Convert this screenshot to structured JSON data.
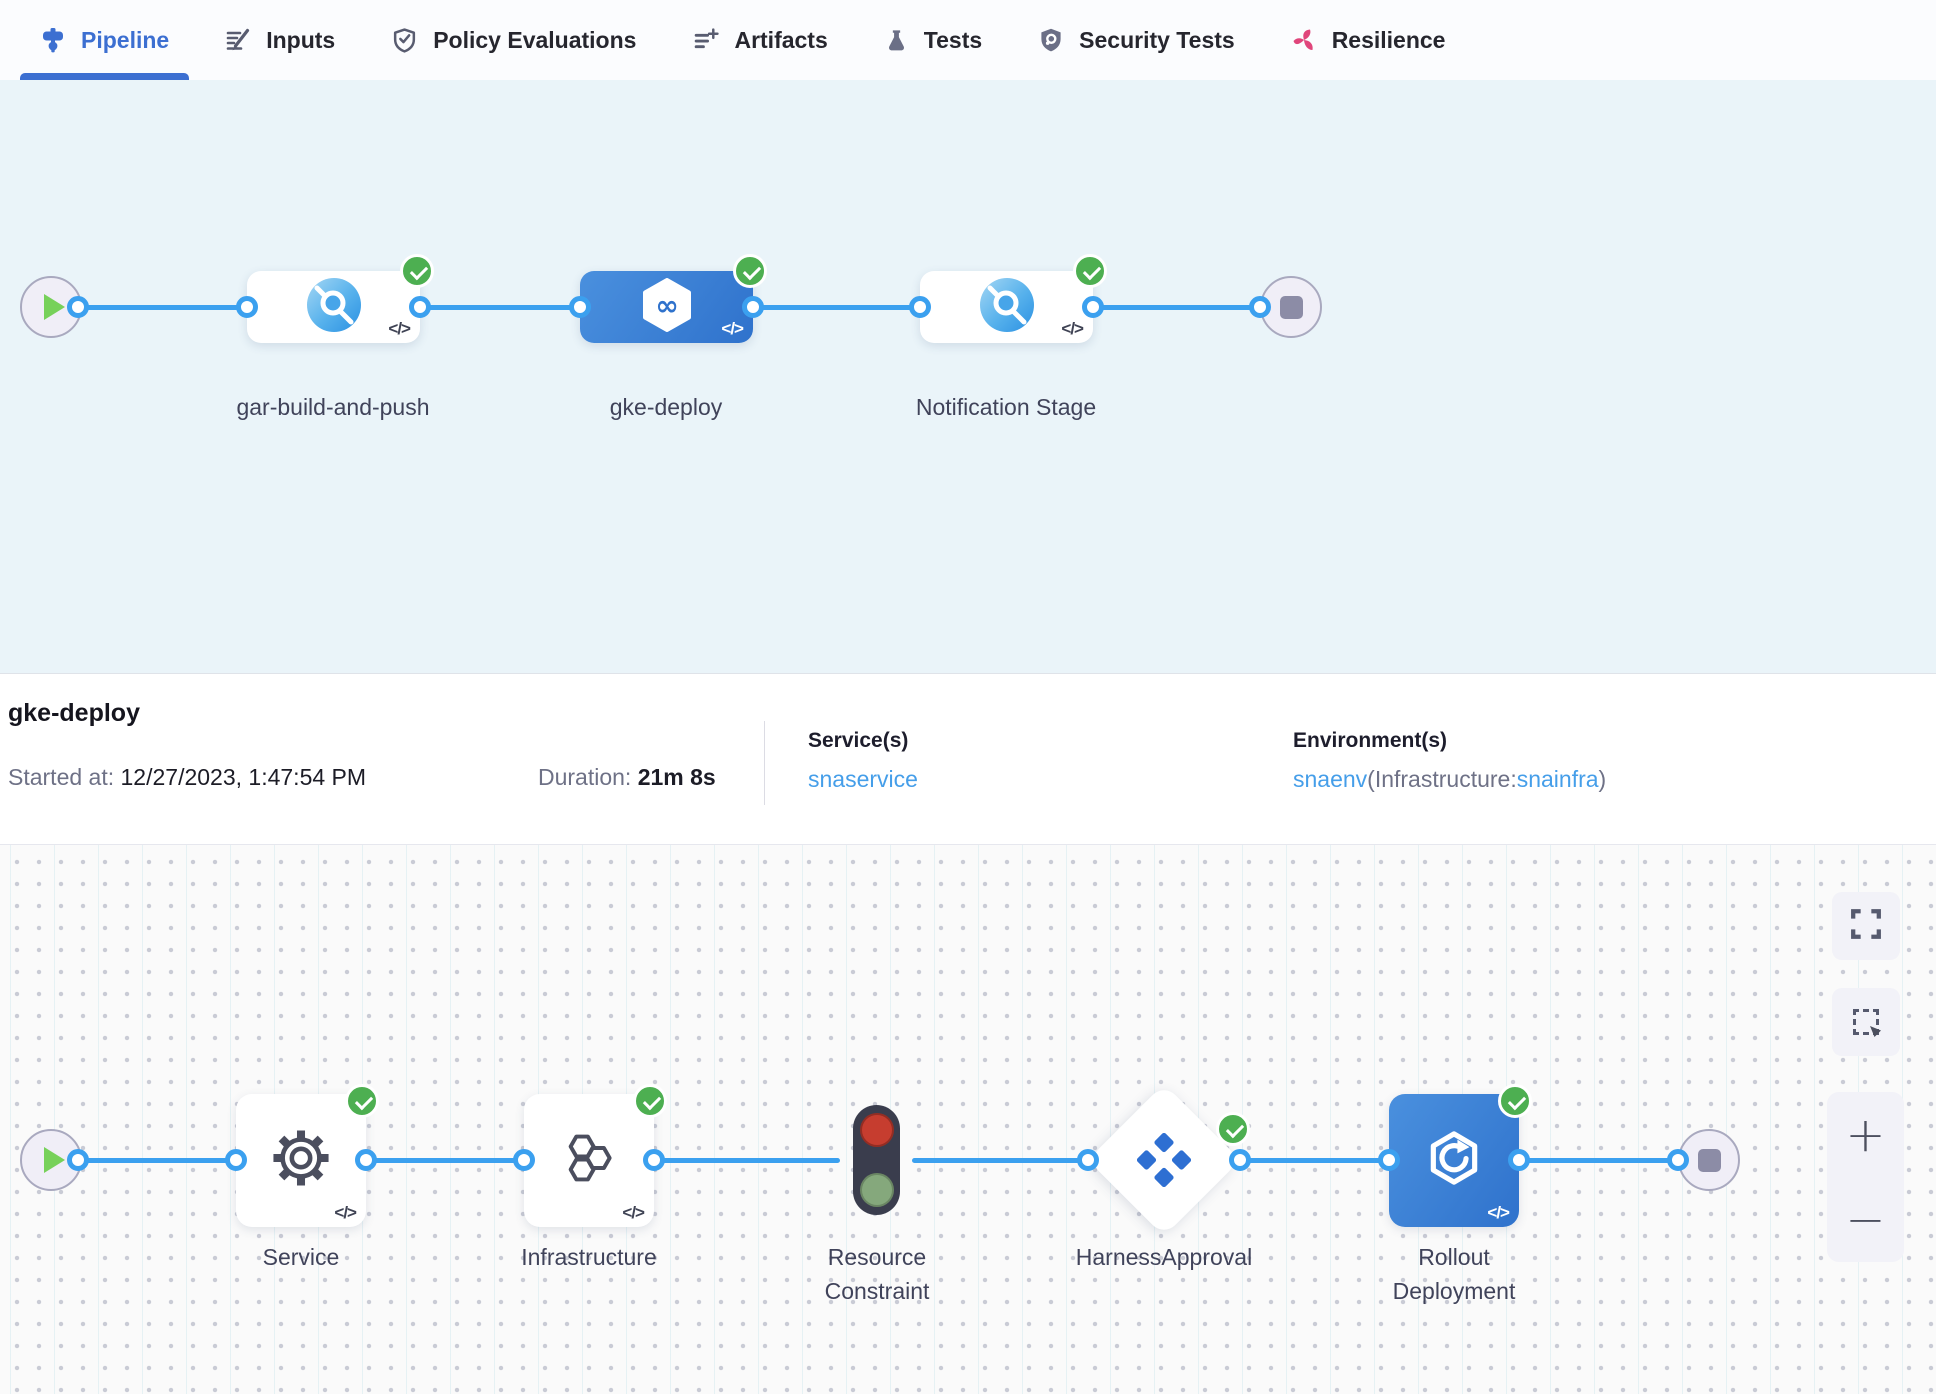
{
  "tabs": {
    "items": [
      {
        "label": "Pipeline",
        "icon": "pipeline-icon",
        "active": true
      },
      {
        "label": "Inputs",
        "icon": "inputs-icon",
        "active": false
      },
      {
        "label": "Policy Evaluations",
        "icon": "policy-shield-check-icon",
        "active": false
      },
      {
        "label": "Artifacts",
        "icon": "artifacts-list-plus-icon",
        "active": false
      },
      {
        "label": "Tests",
        "icon": "tests-flask-icon",
        "active": false
      },
      {
        "label": "Security Tests",
        "icon": "security-shield-icon",
        "active": false
      },
      {
        "label": "Resilience",
        "icon": "resilience-chaos-icon",
        "active": false
      }
    ]
  },
  "glyphs": {
    "code": "</>"
  },
  "stage_pipeline": {
    "stages": [
      {
        "label": "gar-build-and-push",
        "type": "ci-build",
        "status": "success",
        "selected": false
      },
      {
        "label": "gke-deploy",
        "type": "cd-deploy",
        "status": "success",
        "selected": true
      },
      {
        "label": "Notification Stage",
        "type": "ci-build",
        "status": "success",
        "selected": false
      }
    ]
  },
  "details": {
    "title": "gke-deploy",
    "started_label": "Started at:",
    "started_value": "12/27/2023, 1:47:54 PM",
    "duration_label": "Duration:",
    "duration_value": "21m 8s",
    "services_label": "Service(s)",
    "service_name": "snaservice",
    "environments_label": "Environment(s)",
    "environment_name": "snaenv",
    "environment_infra_prefix": "(Infrastructure:",
    "environment_infra_name": "snainfra",
    "environment_infra_suffix": ")"
  },
  "execution_graph": {
    "steps": [
      {
        "label": "Service",
        "type": "service-config",
        "status": "success"
      },
      {
        "label": "Infrastructure",
        "type": "infrastructure",
        "status": "success"
      },
      {
        "label": "Resource Constraint",
        "type": "resource-constraint",
        "status": "none"
      },
      {
        "label": "HarnessApproval",
        "type": "approval",
        "status": "success"
      },
      {
        "label": "Rollout Deployment",
        "type": "rollout",
        "status": "success"
      }
    ]
  },
  "controls": {
    "zoom_in_label": "+",
    "zoom_out_label": "−"
  },
  "colors": {
    "accent_blue": "#3c6fd1",
    "edge_blue": "#3ba0ef",
    "link_blue": "#459ee9",
    "success_green": "#4daf51",
    "selected_stage_blue": "#3478d2",
    "resilience_pink": "#e0457b",
    "stage_canvas_bg": "#eaf4f9",
    "traffic_red": "#c63d2f",
    "traffic_green": "#85a87c"
  }
}
